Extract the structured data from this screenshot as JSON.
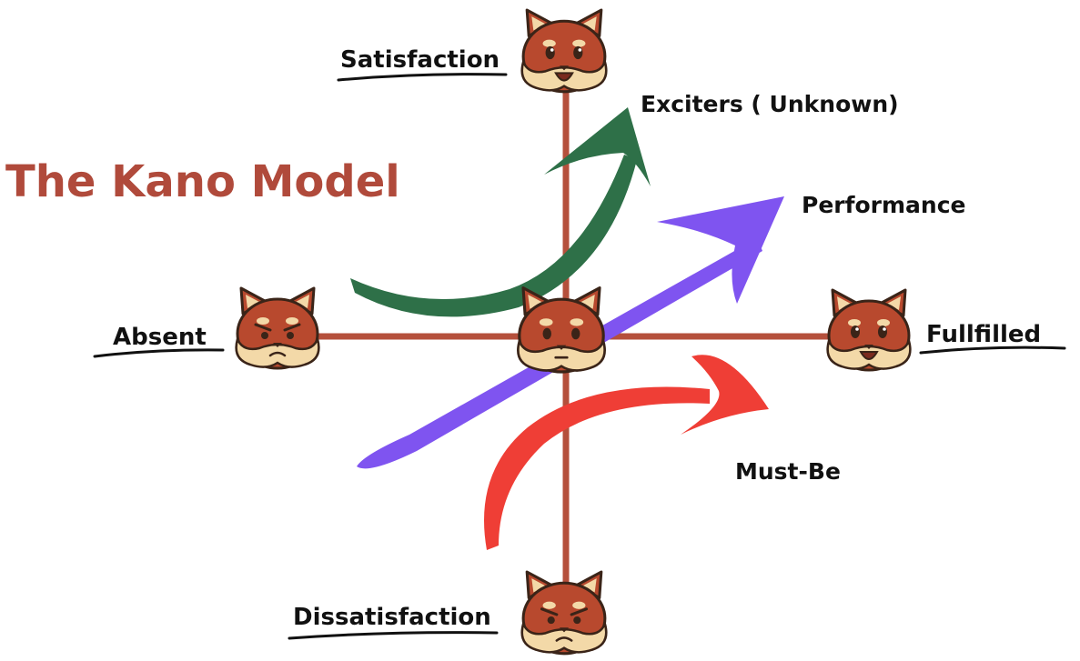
{
  "title": "The Kano Model",
  "axes": {
    "top": "Satisfaction",
    "bottom": "Dissatisfaction",
    "left": "Absent",
    "right": "Fullfilled"
  },
  "curves": {
    "exciters": "Exciters ( Unknown)",
    "performance": "Performance",
    "must_be": "Must-Be"
  },
  "colors": {
    "title": "#b04a3b",
    "axis": "#b5503c",
    "exciters": "#2e7048",
    "performance": "#7f54f0",
    "must_be": "#ef3e36",
    "face_fur": "#b8492e",
    "face_light": "#f3d9a8",
    "face_outline": "#3a2418"
  },
  "faces": {
    "top": "happy",
    "bottom": "angry",
    "left": "angry",
    "right": "happy",
    "center": "neutral"
  }
}
